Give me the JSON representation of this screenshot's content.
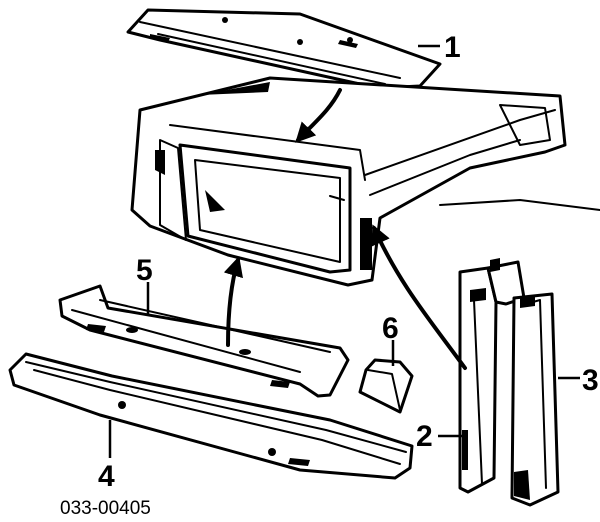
{
  "callouts": {
    "c1": "1",
    "c2": "2",
    "c3": "3",
    "c4": "4",
    "c5": "5",
    "c6": "6"
  },
  "part_number": "033-00405",
  "colors": {
    "ink": "#000000",
    "paper": "#ffffff"
  }
}
